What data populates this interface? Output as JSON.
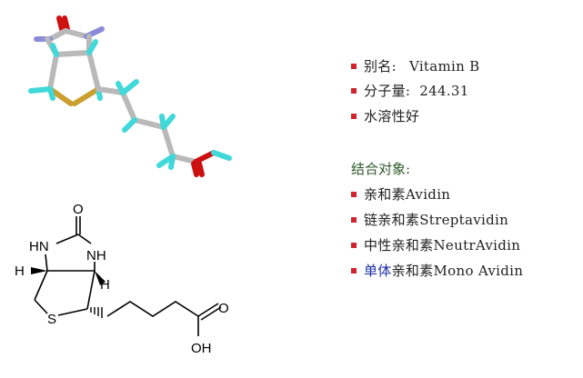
{
  "properties": {
    "items": [
      {
        "label": "别名:",
        "value": "Vitamin B"
      },
      {
        "label": "分子量:",
        "value": "244.31"
      },
      {
        "label": "水溶性好",
        "value": ""
      }
    ]
  },
  "binding": {
    "heading": "结合对象:",
    "items": [
      {
        "prefix": "",
        "text": "亲和素Avidin"
      },
      {
        "prefix": "",
        "text": "链亲和素Streptavidin"
      },
      {
        "prefix": "",
        "text": "中性亲和素NeutrAvidin"
      },
      {
        "prefix": "单体",
        "text": "亲和素Mono Avidin"
      }
    ]
  },
  "structure_2d": {
    "labels": {
      "o_top": "O",
      "hn": "HN",
      "nh": "NH",
      "h_left": "H",
      "h_right": "H",
      "s": "S",
      "o_acid": "O",
      "oh": "OH"
    }
  },
  "colors": {
    "bullet": "#d0232e",
    "heading": "#2d5a2a",
    "highlight": "#2030a8"
  }
}
